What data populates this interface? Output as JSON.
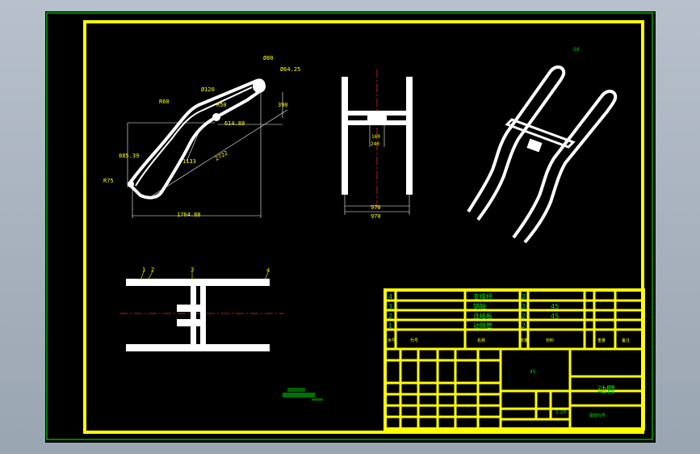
{
  "colors": {
    "sheet_bg": "#000000",
    "frame": "#ffff00",
    "outline": "#ffffff",
    "centerline": "#ff2020",
    "text_green": "#00e000",
    "viewport_border": "#00ff00"
  },
  "side_view": {
    "dims": {
      "d_r80": "Ø80",
      "d_phi6425": "Ø64.25",
      "d_r60": "R60",
      "d_r120": "Ø120",
      "d_r50": "R50",
      "d_390": "390",
      "d_61488": "614.88",
      "d_88539": "885.39",
      "d_1133": "1133",
      "d_r75": "R75",
      "d_2722": "2722",
      "d_176488": "1764.88"
    }
  },
  "front_view": {
    "dims": {
      "d_160": "160",
      "d_240": "240",
      "d_970a": "970",
      "d_970b": "970"
    }
  },
  "iso_view": {
    "label": "Sd"
  },
  "top_view": {
    "balloons": [
      "1",
      "2",
      "3",
      "4"
    ]
  },
  "stamp": {
    "text": ""
  },
  "title_block": {
    "title": "动臂",
    "scale_cell": "1:20",
    "part_rows": [
      {
        "no": "4",
        "name": "支撑杆",
        "qty": "2",
        "mat": ""
      },
      {
        "no": "3",
        "name": "销轴",
        "qty": "2",
        "mat": "45"
      },
      {
        "no": "2",
        "name": "连接板",
        "qty": "2",
        "mat": "45"
      },
      {
        "no": "1",
        "name": "动臂管",
        "qty": "2",
        "mat": ""
      }
    ],
    "header": [
      "序号",
      "代号",
      "名称",
      "数量",
      "材料",
      "重量",
      "备注"
    ],
    "mass_cell": "45",
    "sheet_label": "图样代号"
  }
}
